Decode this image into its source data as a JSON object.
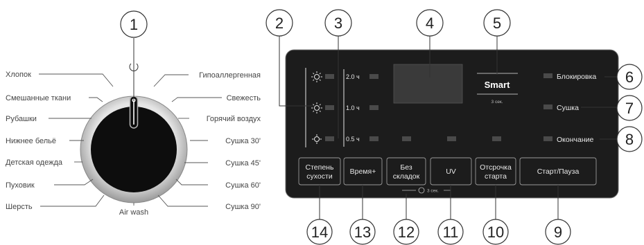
{
  "dial": {
    "left_programs": [
      "Хлопок",
      "Смешанные ткани",
      "Рубашки",
      "Нижнее бельё",
      "Детская одежда",
      "Пуховик",
      "Шерсть"
    ],
    "right_programs": [
      "Гипоаллергенная",
      "Свежесть",
      "Горячий воздух",
      "Сушка 30'",
      "Сушка 45'",
      "Сушка 60'",
      "Сушка 90'"
    ],
    "bottom_program": "Air wash"
  },
  "panel": {
    "time_levels": [
      "2.0 ч",
      "1.0 ч",
      "0.5 ч"
    ],
    "smart_label": "Smart",
    "smart_hint": "3 сек.",
    "indicators": [
      "Блокировка",
      "Сушка",
      "Окончание"
    ],
    "buttons": [
      {
        "line1": "Степень",
        "line2": "сухости"
      },
      {
        "line1": "Время+",
        "line2": ""
      },
      {
        "line1": "Без",
        "line2": "складок"
      },
      {
        "line1": "UV",
        "line2": ""
      },
      {
        "line1": "Отсрочка",
        "line2": "старта"
      },
      {
        "line1": "Старт/Пауза",
        "line2": ""
      }
    ],
    "lock_hint": "3 сек."
  },
  "callouts": [
    "1",
    "2",
    "3",
    "4",
    "5",
    "6",
    "7",
    "8",
    "9",
    "10",
    "11",
    "12",
    "13",
    "14"
  ],
  "colors": {
    "panel": "#1c1c1c",
    "panel_border": "#6d6d6d",
    "led": "#4a4a4a",
    "knob": "#111111",
    "label_text": "#444444"
  }
}
